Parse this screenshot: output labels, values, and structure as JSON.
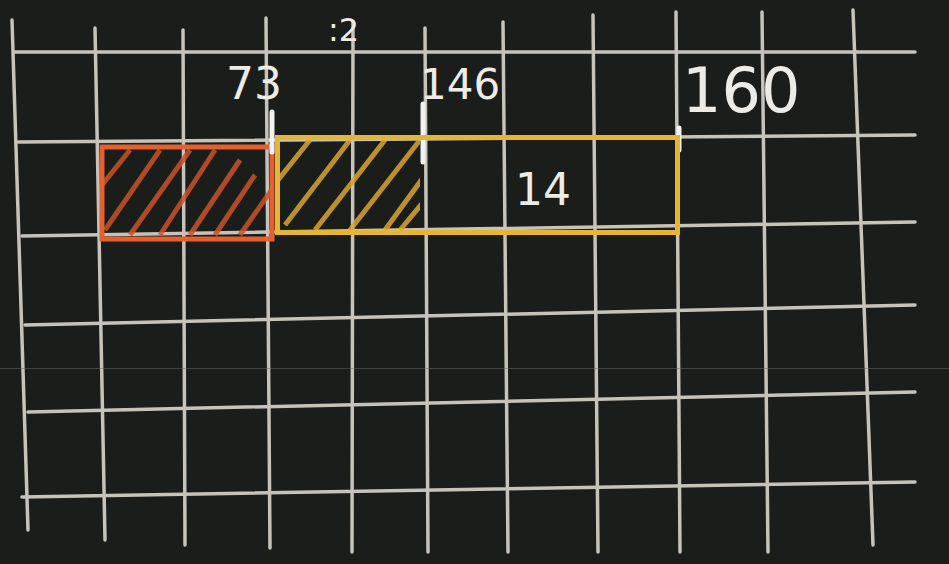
{
  "diagram": {
    "nodes": [
      {
        "text": [
          "14"
        ]
      }
    ],
    "labels": [
      ":2",
      "73",
      "146",
      "160"
    ]
  }
}
